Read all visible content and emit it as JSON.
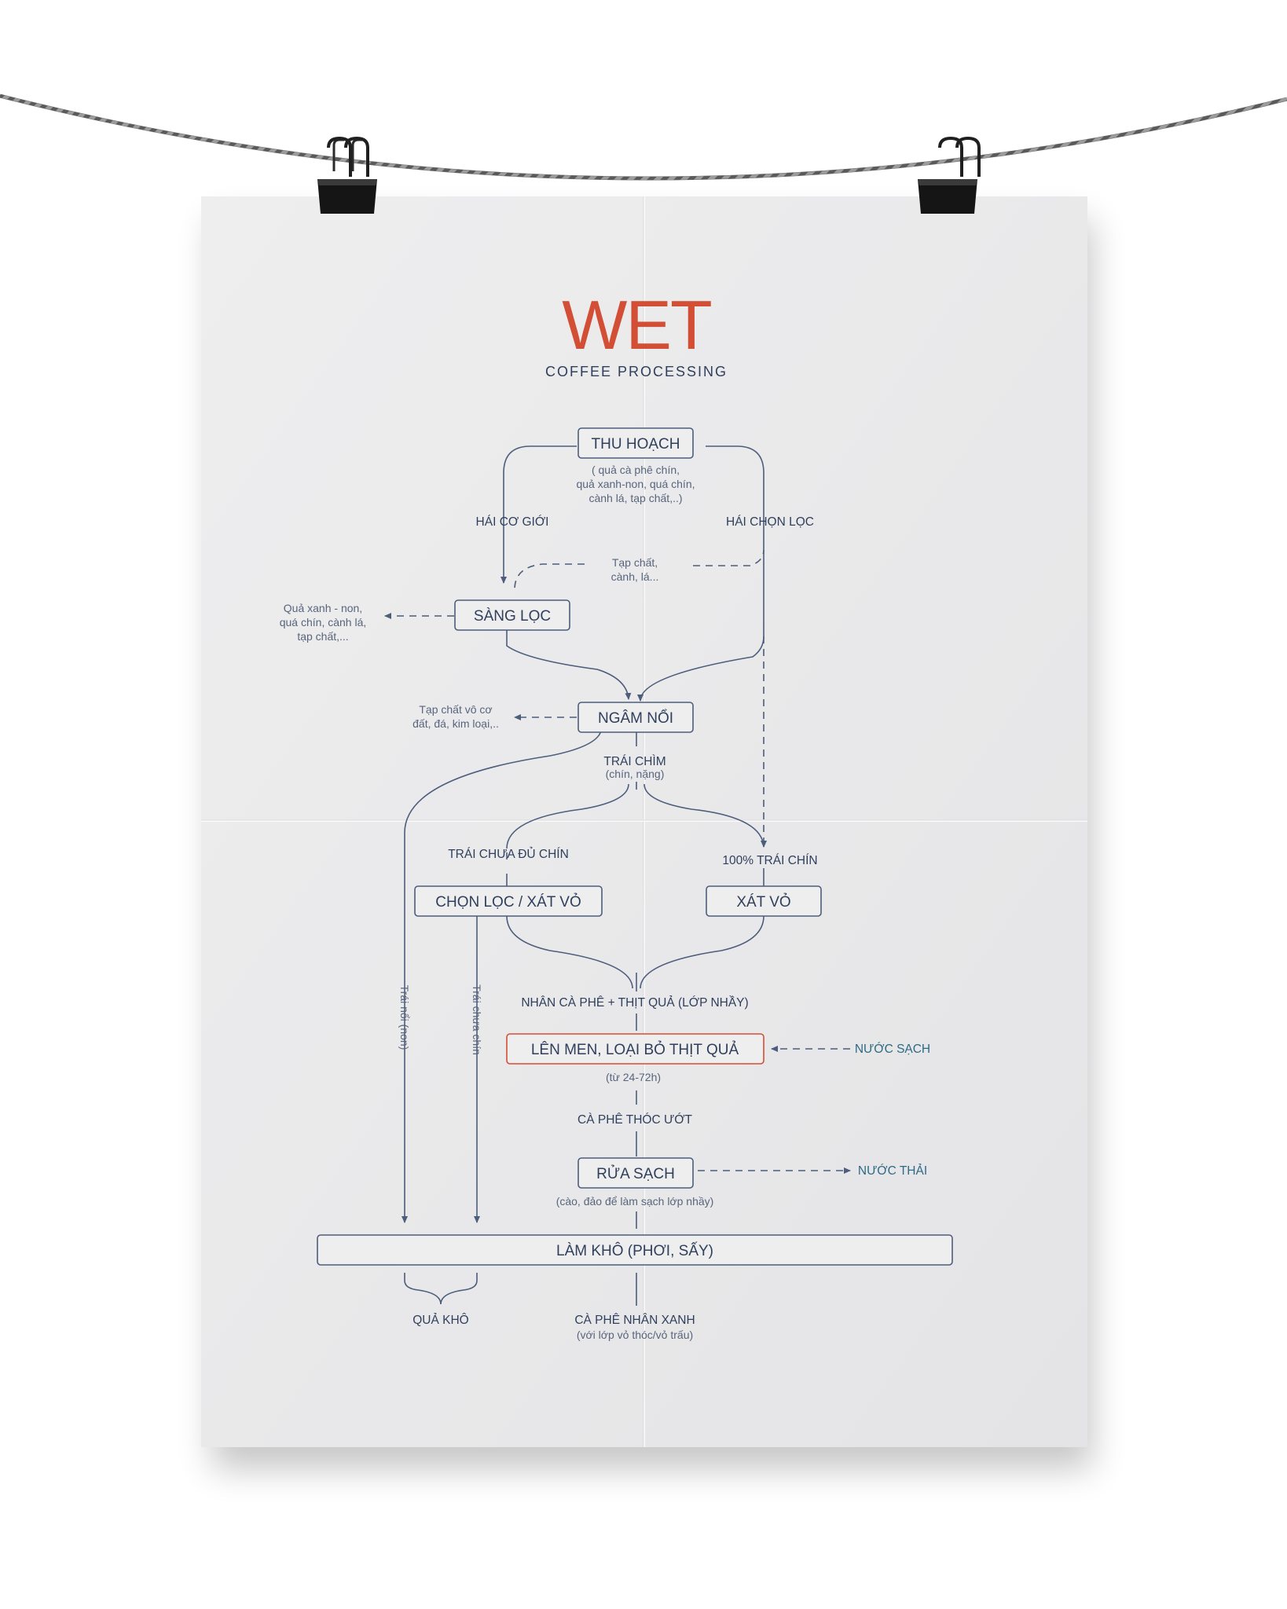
{
  "title": "WET",
  "subtitle": "COFFEE PROCESSING",
  "colors": {
    "accent": "#d24e35",
    "ink": "#2f3f5c",
    "line": "#4d5d7c",
    "teal": "#2d6a85",
    "paper": "#ececed"
  },
  "nodes": {
    "harvest": "THU HOẠCH",
    "harvest_note": [
      "( quả cà phê chín,",
      "quả xanh-non, quá chín,",
      "cành lá, tạp chất,..)"
    ],
    "mech_pick": "HÁI CƠ GIỚI",
    "select_pick": "HÁI CHỌN LỌC",
    "impurities_note": [
      "Tạp chất,",
      "cành, lá..."
    ],
    "sieve": "SÀNG LỌC",
    "sieve_out": [
      "Quả xanh - non,",
      "quá chín, cành lá,",
      "tạp chất,..."
    ],
    "soak": "NGÂM NỔI",
    "soak_out": [
      "Tạp chất vô cơ",
      "đất, đá, kim loại,.."
    ],
    "sunken": "TRÁI CHÌM",
    "sunken_note": "(chín, nặng)",
    "unripe": "TRÁI CHƯA ĐỦ CHÍN",
    "ripe": "100% TRÁI CHÍN",
    "select_pulp": "CHỌN LỌC / XÁT VỎ",
    "pulp": "XÁT VỎ",
    "floater_label": "Trái nổi (non)",
    "unripe_label": "Trái chưa chín",
    "beans_pulp": "NHÂN CÀ PHÊ + THỊT QUẢ (LỚP NHẦY)",
    "ferment": "LÊN MEN, LOẠI BỎ THỊT QUẢ",
    "clean_water": "NƯỚC SẠCH",
    "ferment_time": "(từ 24-72h)",
    "wet_parchment": "CÀ PHÊ THÓC ƯỚT",
    "wash": "RỬA SẠCH",
    "waste_water": "NƯỚC THẢI",
    "wash_note": "(cào, đảo để làm sạch lớp nhầy)",
    "dry": "LÀM KHÔ (PHƠI, SẤY)",
    "dried_cherry": "QUẢ KHÔ",
    "green_bean": "CÀ PHÊ NHÂN XANH",
    "green_bean_note": "(với lớp vỏ thóc/vỏ trấu)"
  }
}
